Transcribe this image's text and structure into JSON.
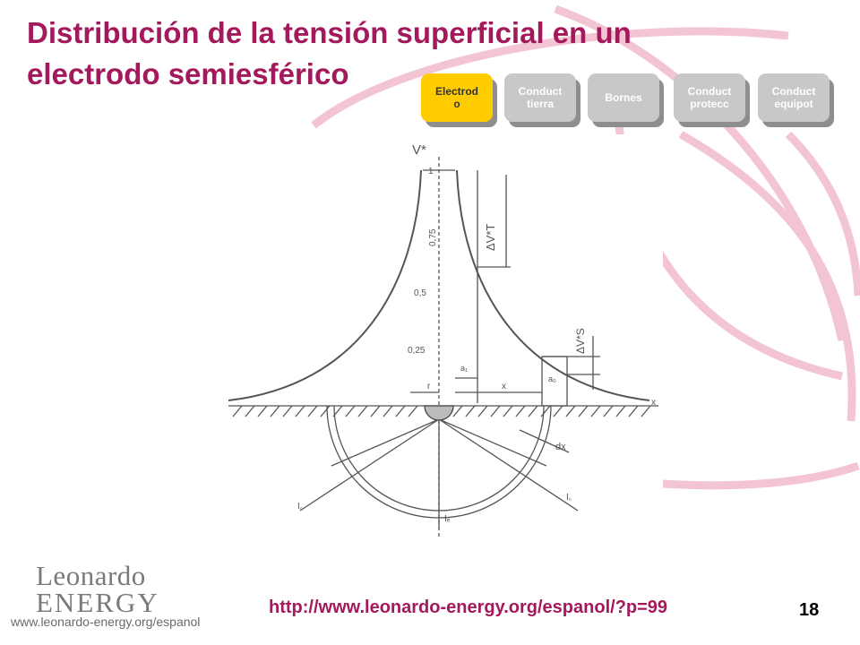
{
  "slide": {
    "title": "Distribución de la tensión superficial en un electrodo semiesférico",
    "page_number": "18",
    "url": "http://www.leonardo-energy.org/espanol/?p=99"
  },
  "tabs": [
    {
      "label": "Electrod\no",
      "active": true
    },
    {
      "label": "Conduct\ntierra",
      "active": false
    },
    {
      "label": "Bornes",
      "active": false
    },
    {
      "label": "Conduct\nprotecc",
      "active": false
    },
    {
      "label": "Conduct\nequipot",
      "active": false
    }
  ],
  "diagram": {
    "y_axis_label": "V*",
    "y_ticks": [
      "1",
      "0,75",
      "0,5",
      "0,25"
    ],
    "x_axis_label": "x",
    "delta_total_label": "ΔV*T",
    "delta_step_label": "ΔV*S",
    "radius_label": "r",
    "x_label": "x",
    "a1_label": "a₁",
    "a2_label": "a₀",
    "dx_label": "dx",
    "current_label_left": "I꜀",
    "current_label_center": "Iₑ",
    "current_label_right": "I꜀"
  },
  "logo": {
    "line1": "Leonardo",
    "line2": "ENERGY",
    "site": "www.leonardo-energy.org/espanol"
  },
  "colors": {
    "title": "#a3195b",
    "tab_active": "#ffcc00",
    "tab_inactive": "#c8c8c8",
    "swirl": "#f3c5d2"
  }
}
